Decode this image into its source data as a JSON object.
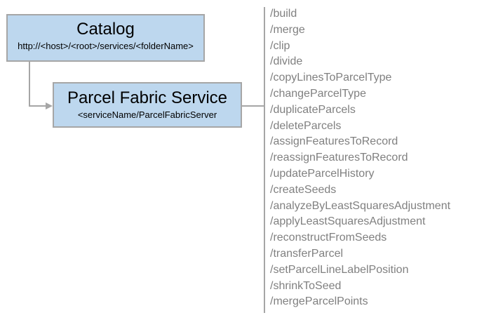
{
  "diagram": {
    "catalog": {
      "title": "Catalog",
      "url": "http://<host>/<root>/services/<folderName>"
    },
    "service": {
      "title": "Parcel Fabric Service",
      "subtitle": "<serviceName/ParcelFabricServer"
    },
    "endpoints": [
      "/build",
      "/merge",
      "/clip",
      "/divide",
      "/copyLinesToParcelType",
      "/changeParcelType",
      "/duplicateParcels",
      "/deleteParcels",
      "/assignFeaturesToRecord",
      "/reassignFeaturesToRecord",
      "/updateParcelHistory",
      "/createSeeds",
      "/analyzeByLeastSquaresAdjustment",
      "/applyLeastSquaresAdjustment",
      "/reconstructFromSeeds",
      "/transferParcel",
      "/setParcelLineLabelPosition",
      "/shrinkToSeed",
      "/mergeParcelPoints"
    ],
    "icons": {
      "arrow_right": "triangle-right"
    },
    "colors": {
      "node_fill": "#bdd7ee",
      "node_border": "#a6a6a6",
      "connector": "#a6a6a6",
      "title_text": "#000000",
      "endpoint_text": "#808080",
      "background": "#ffffff"
    }
  }
}
